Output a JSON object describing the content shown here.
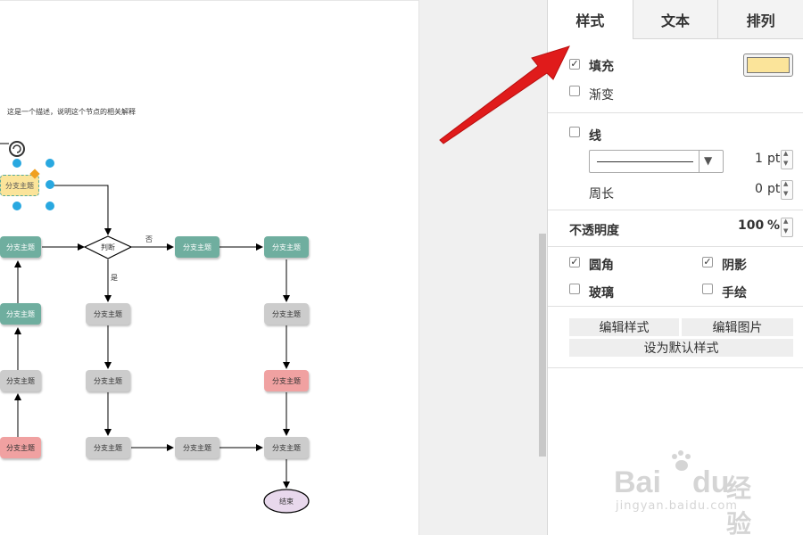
{
  "canvas": {
    "description": "这是一个描述，说明这个节点的相关解释",
    "nodes": {
      "selected": "分支主题",
      "r1c1": "分支主题",
      "judge": "判断",
      "r1c3": "分支主题",
      "r1c4": "分支主题",
      "r2c1": "分支主题",
      "r2c2": "分支主题",
      "r2c4": "分支主题",
      "r3c1": "分支主题",
      "r3c2": "分支主题",
      "r3c4": "分支主题",
      "r4c1": "分支主题",
      "r4c2": "分支主题",
      "r4c3": "分支主题",
      "r4c4": "分支主题",
      "end": "结束"
    },
    "edge_labels": {
      "no": "否",
      "yes": "是"
    },
    "colors": {
      "teal": "#6fae9f",
      "gray": "#cccccc",
      "pink": "#f0a1a1",
      "yellow": "#fbe49a",
      "end_fill": "#e8d8ec",
      "handle": "#29a8e0"
    }
  },
  "panel": {
    "tabs": [
      {
        "label": "样式",
        "active": true
      },
      {
        "label": "文本",
        "active": false
      },
      {
        "label": "排列",
        "active": false
      }
    ],
    "fill": {
      "label": "填充",
      "checked": true,
      "color": "#fbe49a"
    },
    "gradient": {
      "label": "渐变",
      "checked": false
    },
    "line": {
      "label": "线",
      "checked": false,
      "width_value": "1",
      "width_unit": "pt"
    },
    "perimeter": {
      "label": "周长",
      "value": "0",
      "unit": "pt"
    },
    "opacity": {
      "label": "不透明度",
      "value": "100",
      "unit": "%"
    },
    "rounded": {
      "label": "圆角",
      "checked": true
    },
    "shadow": {
      "label": "阴影",
      "checked": true
    },
    "glass": {
      "label": "玻璃",
      "checked": false
    },
    "sketch": {
      "label": "手绘",
      "checked": false
    },
    "buttons": {
      "edit_style": "编辑样式",
      "edit_image": "编辑图片",
      "set_default": "设为默认样式"
    }
  },
  "annotation": {
    "arrow_color": "#e01b1b"
  },
  "watermark": {
    "brand": "Bai",
    "brand2": "du",
    "product": "经验",
    "url": "jingyan.baidu.com"
  }
}
